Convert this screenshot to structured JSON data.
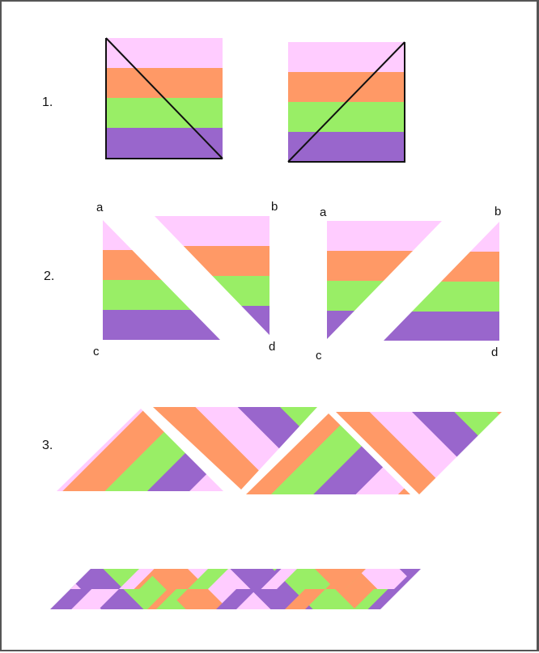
{
  "colors": {
    "pink": "#ffccff",
    "orange": "#ff9966",
    "green": "#99ee66",
    "purple": "#9966cc",
    "line": "#111111"
  },
  "steps": [
    {
      "label": "1."
    },
    {
      "label": "2."
    },
    {
      "label": "3."
    }
  ],
  "corners": {
    "left_pair": {
      "a": "a",
      "b": "b",
      "c": "c",
      "d": "d"
    },
    "right_pair": {
      "a": "a",
      "b": "b",
      "c": "c",
      "d": "d"
    }
  }
}
